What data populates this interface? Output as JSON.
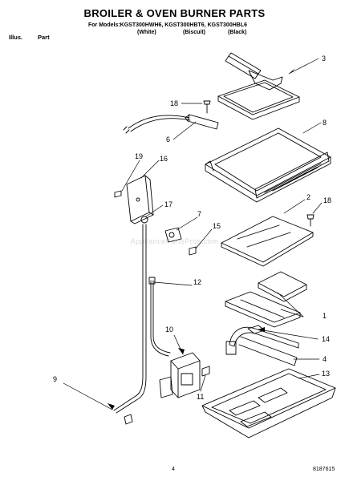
{
  "title": "BROILER & OVEN BURNER PARTS",
  "models_line": "For Models:KGST300HWH6,  KGST300HBT6,  KGST300HBL6",
  "variants": [
    "(White)",
    "(Biscuit)",
    "(Black)"
  ],
  "col_illus": "Illus.",
  "col_part": "Part",
  "watermark": "AppliancePartsPros.com",
  "callouts": [
    "3",
    "18",
    "6",
    "8",
    "19",
    "16",
    "17",
    "7",
    "15",
    "2",
    "18",
    "12",
    "1",
    "10",
    "14",
    "4",
    "9",
    "11",
    "13"
  ],
  "page_number": "4",
  "doc_number": "8187615"
}
